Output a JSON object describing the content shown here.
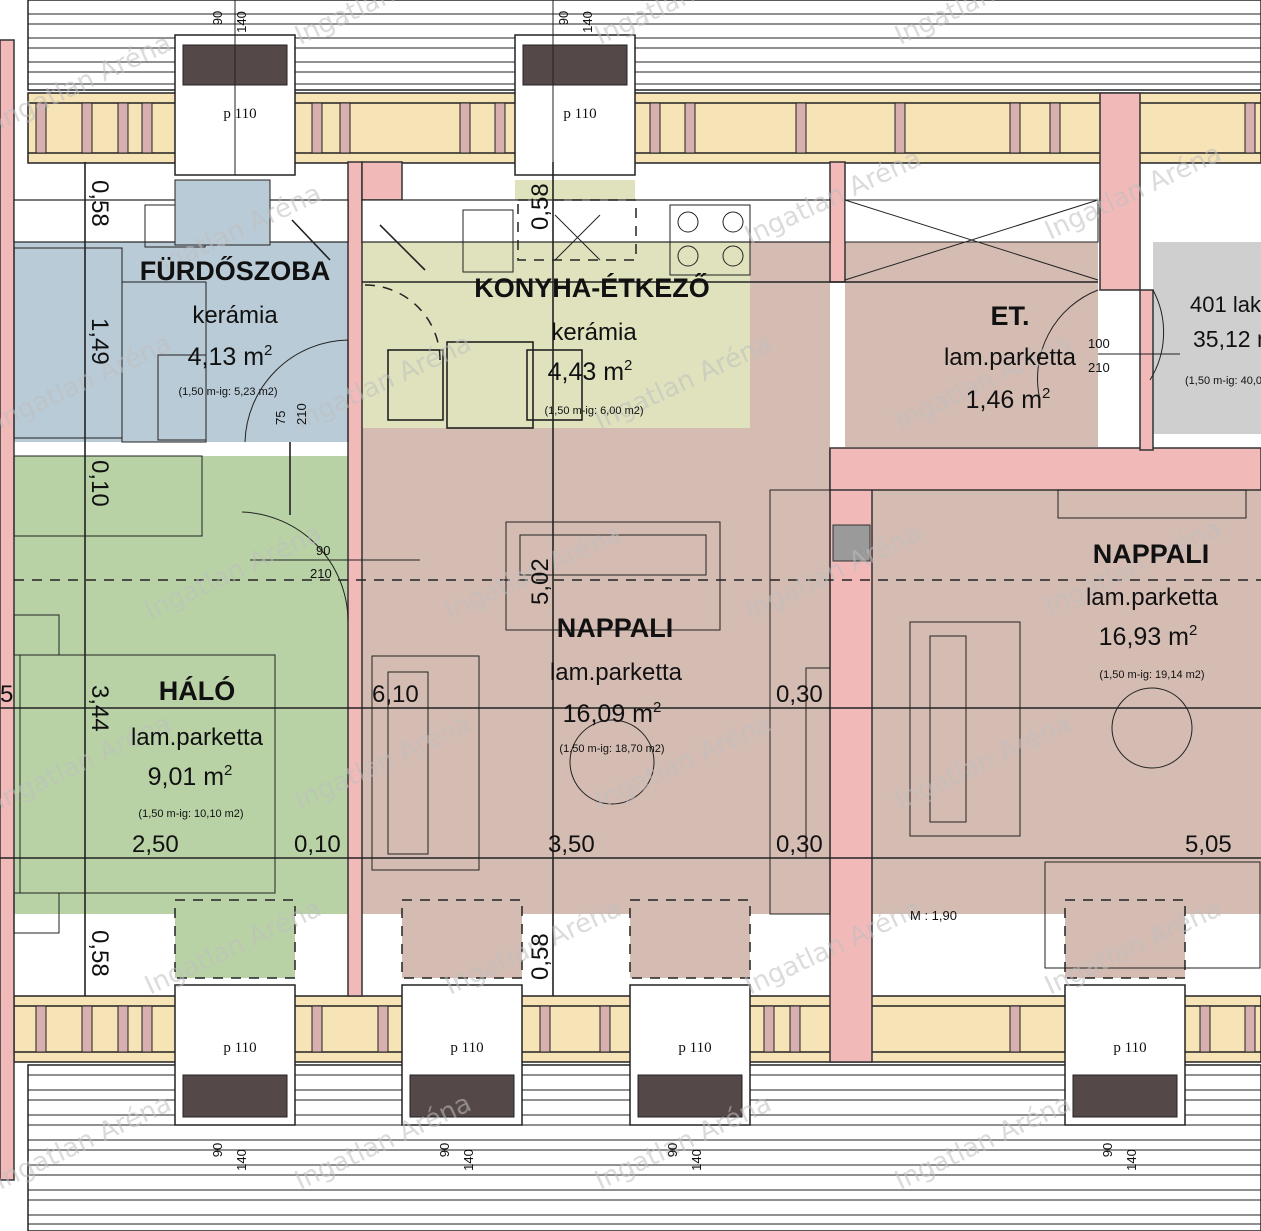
{
  "rooms": {
    "furdoszoba": {
      "title": "FÜRDŐSZOBA",
      "material": "kerámia",
      "area": "4,13 m",
      "sub": "(1,50 m-ig: 5,23 m2)"
    },
    "konyha": {
      "title": "KONYHA-ÉTKEZŐ",
      "material": "kerámia",
      "area": "4,43 m",
      "sub": "(1,50 m-ig: 6,00 m2)"
    },
    "et": {
      "title": "ET.",
      "material": "lam.parketta",
      "area": "1,46 m"
    },
    "lak401": {
      "title": "401 lak",
      "area": "35,12 m",
      "sub": "(1,50 m-ig: 40,0"
    },
    "halo": {
      "title": "HÁLÓ",
      "material": "lam.parketta",
      "area": "9,01 m",
      "sub": "(1,50 m-ig: 10,10 m2)"
    },
    "nappali1": {
      "title": "NAPPALI",
      "material": "lam.parketta",
      "area": "16,09 m",
      "sub": "(1,50 m-ig: 18,70 m2)"
    },
    "nappali2": {
      "title": "NAPPALI",
      "material": "lam.parketta",
      "area": "16,93 m",
      "sub": "(1,50 m-ig: 19,14 m2)"
    },
    "sup": "2"
  },
  "dimensions": {
    "d058_top": "0,58",
    "d149": "1,49",
    "d010_v": "0,10",
    "d344": "3,44",
    "d058_bottom": "0,58",
    "d058_mid_top": "0,58",
    "d058_mid_bottom": "0,58",
    "d502": "5,02",
    "d610": "6,10",
    "d250": "2,50",
    "d010_h": "0,10",
    "d350": "3,50",
    "d030_a": "0,30",
    "d030_b": "0,30",
    "d505": "5,05",
    "d5": "5",
    "m190": "M : 1,90"
  },
  "doors": {
    "bath_w": "75",
    "bath_h": "210",
    "halo_w": "90",
    "halo_h": "210",
    "entry_w": "100",
    "entry_h": "210"
  },
  "windows": {
    "label": "p 110",
    "top_a": "90",
    "top_b": "140"
  },
  "watermark": "Ingatlan Aréna",
  "colors": {
    "bathroom": "#b9cbd6",
    "kitchen": "#dfe2bd",
    "living": "#d5bcb3",
    "bedroom": "#b8d2a6",
    "neighbor": "#cfcfcf",
    "wall": "#f2b9b9",
    "frame": "#f6e3b6"
  }
}
